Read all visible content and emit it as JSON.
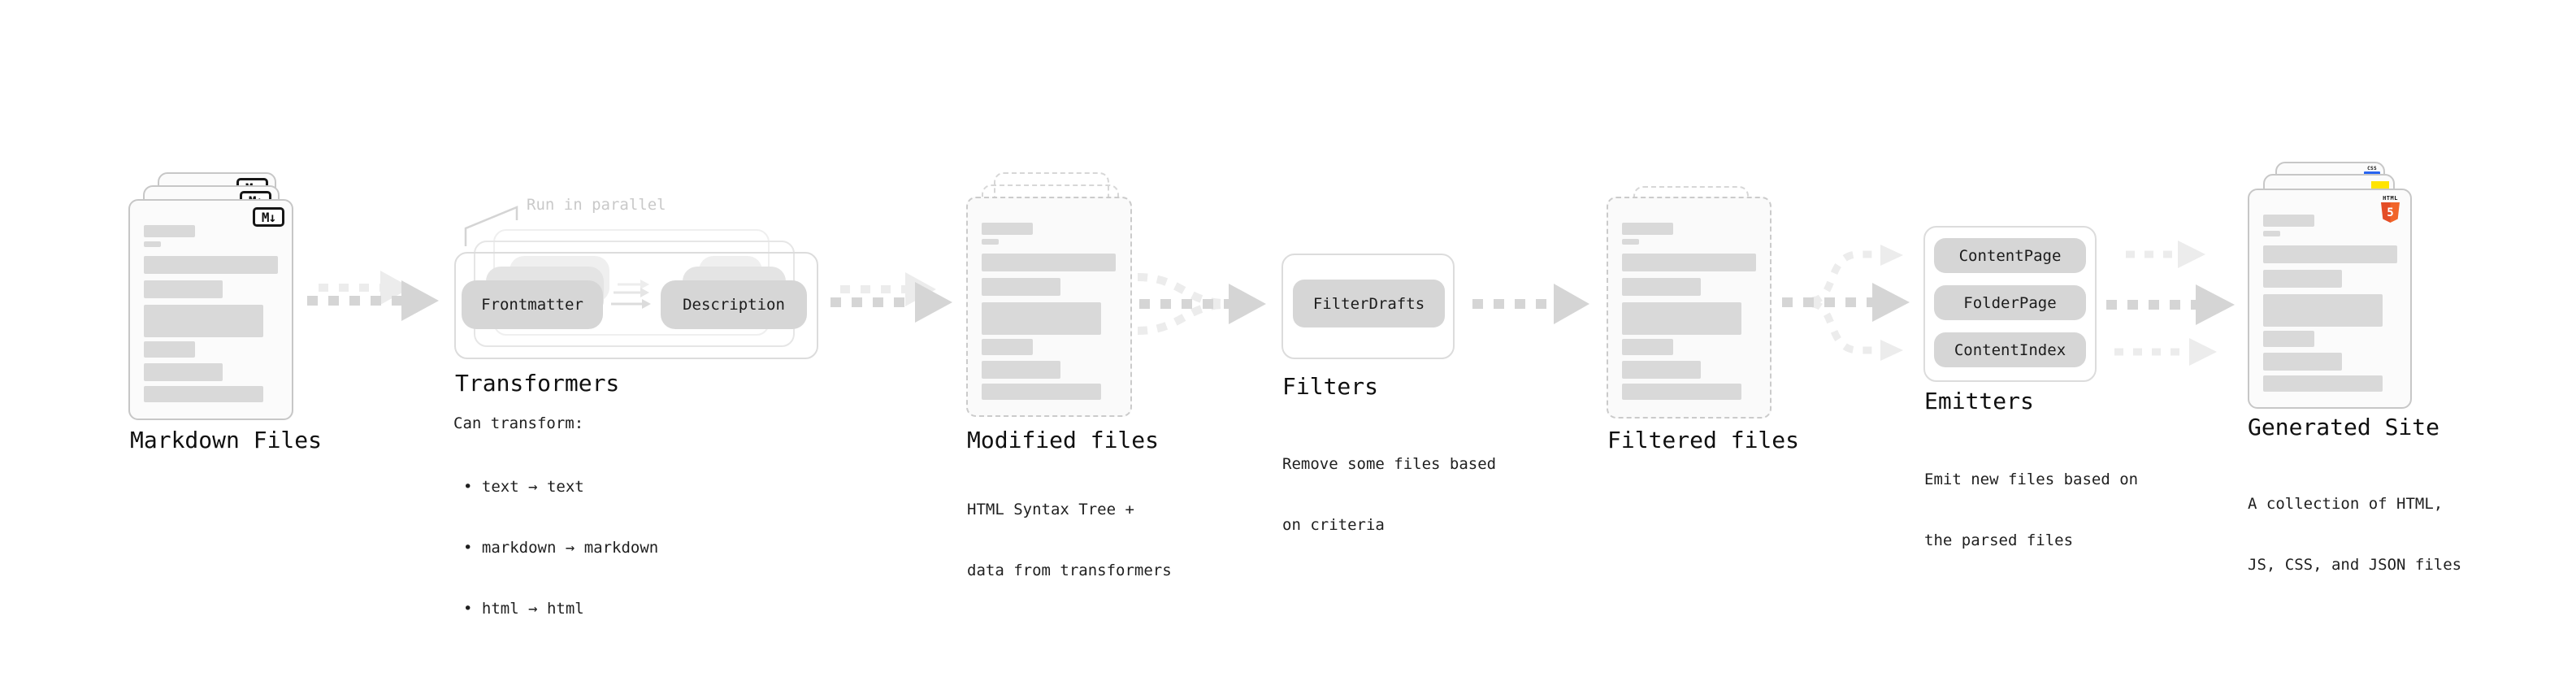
{
  "stages": {
    "markdown": {
      "label": "Markdown Files",
      "badge": "M↓"
    },
    "transformers": {
      "label": "Transformers",
      "annotation": "Run in parallel",
      "pill_from": "Frontmatter",
      "pill_to": "Description",
      "desc_title": "Can transform:",
      "bullets": [
        "• text → text",
        "• markdown → markdown",
        "• html → html"
      ]
    },
    "modified": {
      "label": "Modified files",
      "desc": [
        "HTML Syntax Tree +",
        "data from transformers"
      ]
    },
    "filters": {
      "label": "Filters",
      "pill": "FilterDrafts",
      "desc": [
        "Remove some files based",
        "on criteria"
      ]
    },
    "filtered": {
      "label": "Filtered files"
    },
    "emitters": {
      "label": "Emitters",
      "pills": [
        "ContentPage",
        "FolderPage",
        "ContentIndex"
      ],
      "desc": [
        "Emit new files based on",
        "the parsed files"
      ]
    },
    "generated": {
      "label": "Generated Site",
      "badges": {
        "css": "CSS",
        "html_word": "HTML",
        "html_number": "5"
      },
      "desc": [
        "A collection of HTML,",
        "JS, CSS, and JSON files"
      ]
    }
  },
  "colors": {
    "arrow_dark": "#d5d5d5",
    "arrow_light": "#ececec",
    "doc_border": "#c7c7c7",
    "doc_fill": "#fbfbfb",
    "bar_fill": "#d9d9d9",
    "pill_fill": "#d6d6d6",
    "box_border": "#dcdcdc",
    "annotation": "#c9c9c9",
    "html5_orange": "#e44d26",
    "html5_orange_light": "#f16529",
    "js_yellow": "#ffe400",
    "css_blue": "#2965f1"
  }
}
